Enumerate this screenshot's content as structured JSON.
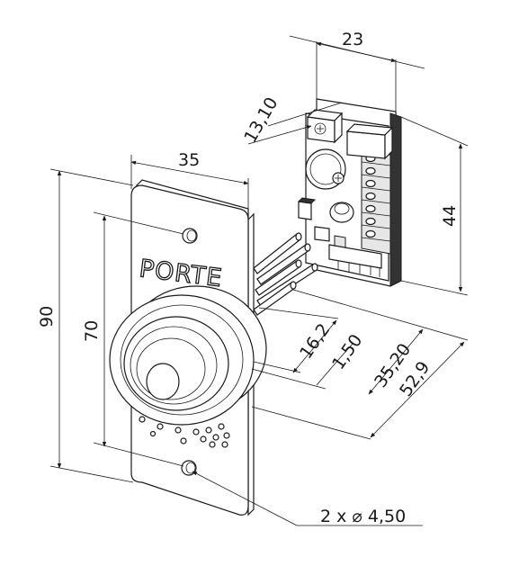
{
  "plate": {
    "label": "PORTE"
  },
  "dimensions": {
    "width_board": "23",
    "width_plate": "35",
    "height_plate": "90",
    "hole_spacing": "70",
    "height_board": "44",
    "offset_pot": "13,10",
    "depth_a": "16,2",
    "depth_b": "1,50",
    "depth_c": "35,20",
    "depth_d": "52,9",
    "holes": "2 x ⌀ 4,50"
  }
}
